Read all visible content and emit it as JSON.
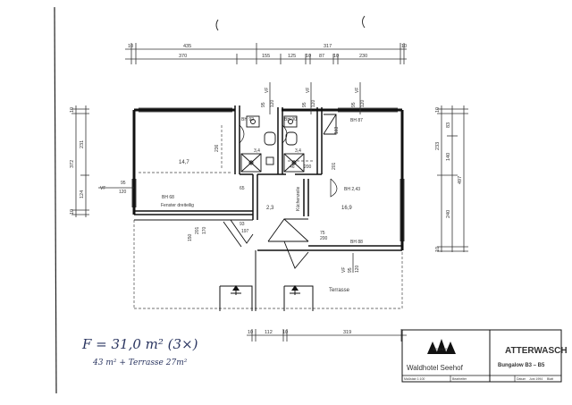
{
  "dims_top_row1": [
    "10",
    "435",
    "317",
    "10"
  ],
  "dims_top_row2": [
    "370",
    "155",
    "125",
    "10",
    "87",
    "10",
    "230"
  ],
  "dims_left": [
    "10",
    "372",
    "231",
    "124",
    "10"
  ],
  "dims_right": [
    "10",
    "83",
    "140",
    "233",
    "497",
    "240",
    "10"
  ],
  "dims_bottom": [
    "10",
    "112",
    "10",
    "319"
  ],
  "ventilation": {
    "vf": "VF",
    "vf_95_120": [
      "95",
      "120"
    ],
    "vf_right": [
      "95",
      "120"
    ]
  },
  "rooms": {
    "living_area": "14,7",
    "bath_1_label": "BH 92",
    "bath_1_area": "3,4",
    "bath_2_label": "BH 90",
    "bath_2_area": "3,4",
    "bath_2_size": "200",
    "bath_2_num": "46",
    "bedroom_label": "BH 87",
    "bedroom_area": "16,9",
    "bedroom_dim": "103",
    "bedroom_sub": "BH 2,43",
    "hall_area": "2,3",
    "kitchen_label": "Küchenzeile",
    "window_label": "BH 68",
    "window_desc": "Fenster dreiteilig",
    "dim_65": "65",
    "dim_93": "93",
    "dim_197": "197",
    "dim_236": "236",
    "dim_201": "201",
    "dim_75": "75",
    "dim_200": "200",
    "bh_88": "BH 88",
    "dim_150_201_170": [
      "150",
      "201",
      "170"
    ],
    "terrace": "Terrasse",
    "bath_vf_1": [
      "VF",
      "95",
      "120"
    ],
    "bath_vf_2": [
      "VF",
      "95",
      "120"
    ]
  },
  "handwriting": {
    "area_formula": "F = 31,0 m² (3×)",
    "area_breakdown": "43 m² + Terrasse 27m²"
  },
  "title_block": {
    "logo_top": "SEEHOF",
    "logo_name": "Waldhotel Seehof",
    "project": "ATTERWASCH",
    "subtitle": "Bungalow B3 – B5",
    "footer_1": "Maßstab 1:100",
    "footer_2": "Bearbeiter",
    "footer_3": "Datum",
    "footer_4": "Juni 1994",
    "footer_5": "Blatt"
  }
}
